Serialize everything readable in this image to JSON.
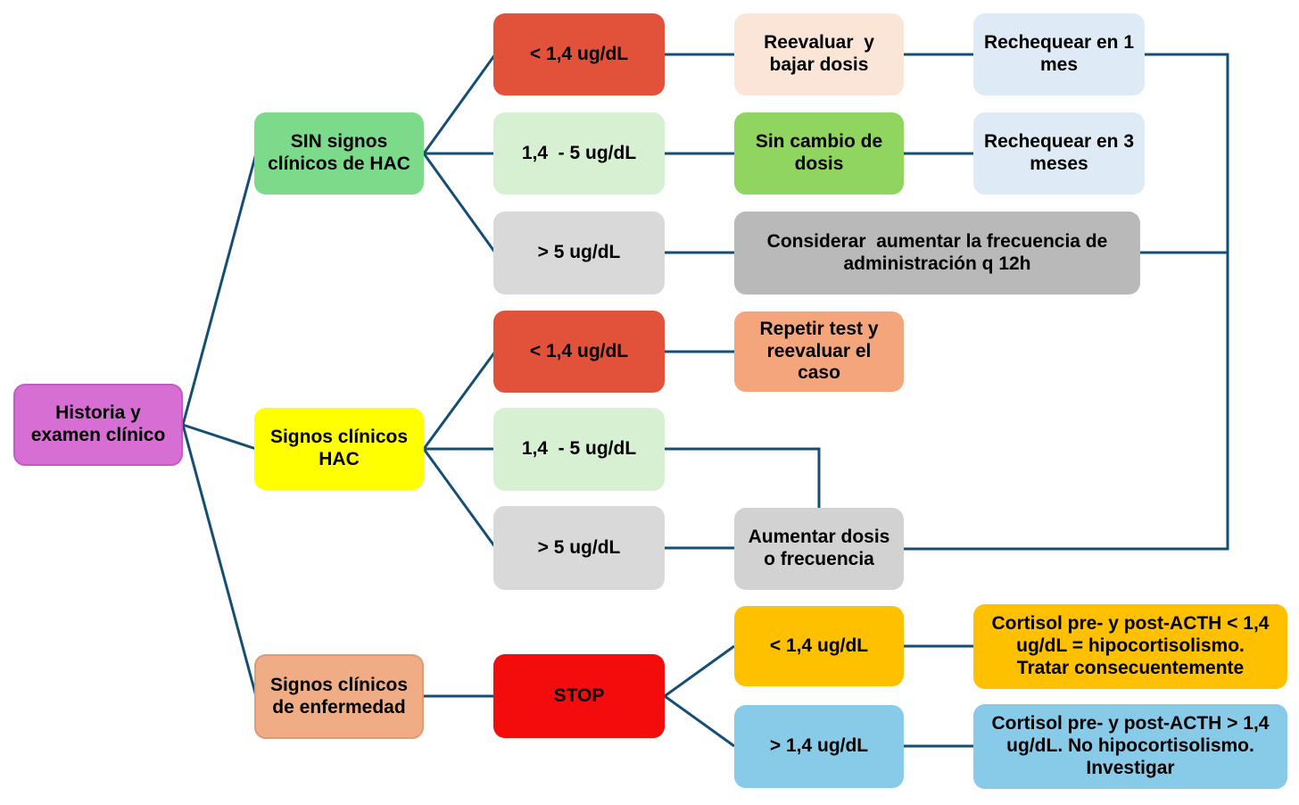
{
  "diagram": {
    "type": "flowchart",
    "language": "es",
    "colors": {
      "background": "#FFFFFF",
      "connector": "#154E74",
      "text": "#000000"
    },
    "nodes": {
      "historia": {
        "label": "Historia y\nexamen clínico",
        "fill": "#D76ED3",
        "border": "#C45BC5"
      },
      "sin_signos": {
        "label": "SIN signos\nclínicos de HAC",
        "fill": "#7CDB8B"
      },
      "signos_hac": {
        "label": "Signos clínicos\nHAC",
        "fill": "#FFFF00"
      },
      "signos_enfermedad": {
        "label": "Signos clínicos\nde enfermedad",
        "fill": "#F0AC84",
        "border": "#DD9C73"
      },
      "nosignos_low": {
        "label": "< 1,4 ug/dL",
        "fill": "#E2523A"
      },
      "nosignos_mid": {
        "label": "1,4  - 5 ug/dL",
        "fill": "#D8F0D2"
      },
      "nosignos_high": {
        "label": "> 5 ug/dL",
        "fill": "#D9D9D9"
      },
      "reevaluar": {
        "label": "Reevaluar  y\nbajar dosis",
        "fill": "#FBE5D6"
      },
      "sin_cambio": {
        "label": "Sin cambio de\ndosis",
        "fill": "#90D55F"
      },
      "considerar": {
        "label": "Considerar  aumentar la frecuencia de\nadministración q 12h",
        "fill": "#B9B9B9"
      },
      "recheck_1": {
        "label": "Rechequear en 1\nmes",
        "fill": "#DEEBF7"
      },
      "recheck_3": {
        "label": "Rechequear en 3\nmeses",
        "fill": "#DEEBF7"
      },
      "signos_low": {
        "label": "< 1,4 ug/dL",
        "fill": "#E2523A"
      },
      "repetir": {
        "label": "Repetir test y\nreevaluar el caso",
        "fill": "#F4A57B"
      },
      "signos_mid": {
        "label": "1,4  - 5 ug/dL",
        "fill": "#D8F0D2"
      },
      "signos_high": {
        "label": "> 5 ug/dL",
        "fill": "#D9D9D9"
      },
      "aumentar": {
        "label": "Aumentar dosis\no frecuencia",
        "fill": "#D2D2D2"
      },
      "stop": {
        "label": "STOP",
        "fill": "#F40C0C"
      },
      "enf_low": {
        "label": "< 1,4 ug/dL",
        "fill": "#FFC000"
      },
      "enf_high": {
        "label": "> 1,4 ug/dL",
        "fill": "#87CBE8"
      },
      "cortisol_low": {
        "label": "Cortisol pre- y post-ACTH < 1,4\nug/dL = hipocortisolismo.\nTratar consecuentemente",
        "fill": "#FFC000"
      },
      "cortisol_high": {
        "label": "Cortisol pre- y post-ACTH > 1,4\nug/dL. No hipocortisolismo.\nInvestigar",
        "fill": "#87CBE8"
      }
    },
    "edges": [
      {
        "from": "historia",
        "to": "sin_signos"
      },
      {
        "from": "historia",
        "to": "signos_hac"
      },
      {
        "from": "historia",
        "to": "signos_enfermedad"
      },
      {
        "from": "sin_signos",
        "to": "nosignos_low"
      },
      {
        "from": "sin_signos",
        "to": "nosignos_mid"
      },
      {
        "from": "sin_signos",
        "to": "nosignos_high"
      },
      {
        "from": "nosignos_low",
        "to": "reevaluar"
      },
      {
        "from": "reevaluar",
        "to": "recheck_1"
      },
      {
        "from": "recheck_1",
        "to": "loopback_line"
      },
      {
        "from": "nosignos_mid",
        "to": "sin_cambio"
      },
      {
        "from": "sin_cambio",
        "to": "recheck_3"
      },
      {
        "from": "nosignos_high",
        "to": "considerar"
      },
      {
        "from": "considerar",
        "to": "loopback_line"
      },
      {
        "from": "signos_hac",
        "to": "signos_low"
      },
      {
        "from": "signos_hac",
        "to": "signos_mid"
      },
      {
        "from": "signos_hac",
        "to": "signos_high"
      },
      {
        "from": "signos_low",
        "to": "repetir"
      },
      {
        "from": "signos_mid",
        "to": "aumentar"
      },
      {
        "from": "signos_high",
        "to": "aumentar"
      },
      {
        "from": "aumentar",
        "to": "loopback_line"
      },
      {
        "from": "signos_enfermedad",
        "to": "stop"
      },
      {
        "from": "stop",
        "to": "enf_low"
      },
      {
        "from": "stop",
        "to": "enf_high"
      },
      {
        "from": "enf_low",
        "to": "cortisol_low"
      },
      {
        "from": "enf_high",
        "to": "cortisol_high"
      }
    ]
  }
}
